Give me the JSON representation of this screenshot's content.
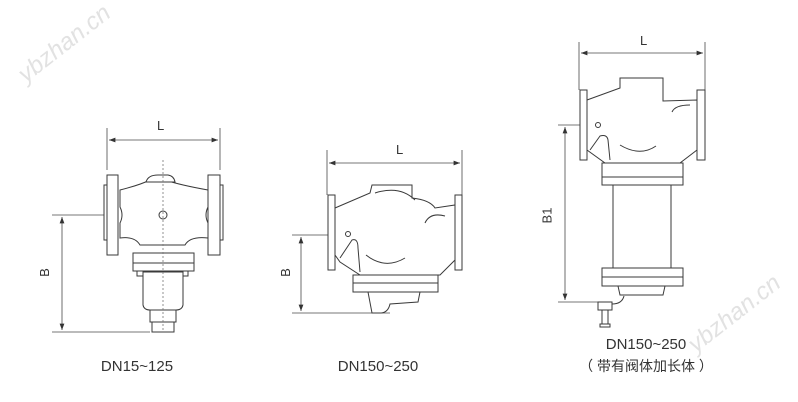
{
  "watermark": "ybzhan.cn",
  "diagrams": [
    {
      "caption": "DN15~125",
      "width_label": "L",
      "height_label": "B"
    },
    {
      "caption": "DN150~250",
      "width_label": "L",
      "height_label": "B"
    },
    {
      "caption": "DN150~250",
      "subcaption": "（ 带有阀体加长体 ）",
      "width_label": "L",
      "height_label": "B1"
    }
  ]
}
